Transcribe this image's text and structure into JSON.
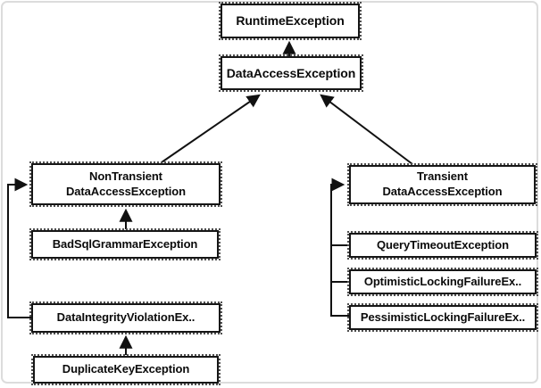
{
  "diagram": {
    "colors": {
      "background": "#ffffff",
      "frame": "#dcdcdc",
      "box_border": "#161616",
      "arrow": "#111111",
      "text": "#0b0b0b"
    },
    "nodes": [
      {
        "id": "runtime",
        "label": "RuntimeException"
      },
      {
        "id": "dataaccess",
        "label": "DataAccessException"
      },
      {
        "id": "nontransient",
        "label": "NonTransient\nDataAccessException"
      },
      {
        "id": "badsql",
        "label": "BadSqlGrammarException"
      },
      {
        "id": "dataintegrity",
        "label": "DataIntegrityViolationEx.."
      },
      {
        "id": "duplicatekey",
        "label": "DuplicateKeyException"
      },
      {
        "id": "transient",
        "label": "Transient\nDataAccessException"
      },
      {
        "id": "querytimeout",
        "label": "QueryTimeoutException"
      },
      {
        "id": "optimistic",
        "label": "OptimisticLockingFailureEx.."
      },
      {
        "id": "pessimistic",
        "label": "PessimisticLockingFailureEx.."
      }
    ],
    "edges": [
      {
        "from": "DataAccessException",
        "to": "RuntimeException"
      },
      {
        "from": "NonTransientDataAccessException",
        "to": "DataAccessException"
      },
      {
        "from": "TransientDataAccessException",
        "to": "DataAccessException"
      },
      {
        "from": "BadSqlGrammarException",
        "to": "NonTransientDataAccessException"
      },
      {
        "from": "DataIntegrityViolationEx..",
        "to": "NonTransientDataAccessException"
      },
      {
        "from": "DuplicateKeyException",
        "to": "DataIntegrityViolationEx.."
      },
      {
        "from": "QueryTimeoutException",
        "to": "TransientDataAccessException"
      },
      {
        "from": "OptimisticLockingFailureEx..",
        "to": "TransientDataAccessException"
      },
      {
        "from": "PessimisticLockingFailureEx..",
        "to": "TransientDataAccessException"
      }
    ]
  }
}
